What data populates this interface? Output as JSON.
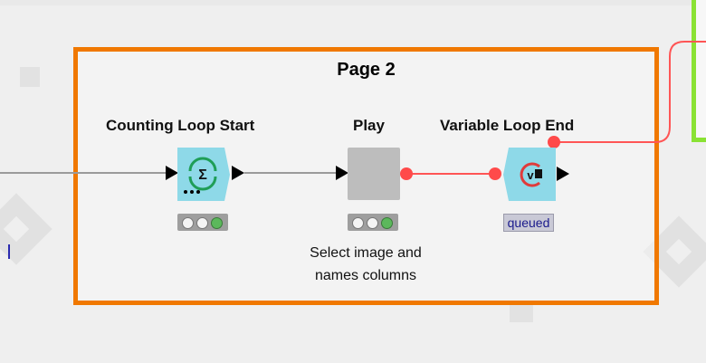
{
  "annotation": {
    "title": "Page 2",
    "border_color": "#f07800"
  },
  "nodes": [
    {
      "id": "counting-loop-start",
      "label": "Counting Loop Start",
      "icon": "sigma-loop-icon",
      "status": "configured"
    },
    {
      "id": "play",
      "label": "Play",
      "description": "Select image and names columns",
      "icon": "component-icon",
      "status": "configured"
    },
    {
      "id": "variable-loop-end",
      "label": "Variable Loop End",
      "icon": "variable-loop-end-icon",
      "status_label": "queued"
    }
  ],
  "colors": {
    "data_connection": "#9a9a9a",
    "variable_connection": "#ff5555",
    "loop_node": "#8ed9e8",
    "component_node": "#bdbdbd",
    "green_annotation": "#8ae234"
  }
}
